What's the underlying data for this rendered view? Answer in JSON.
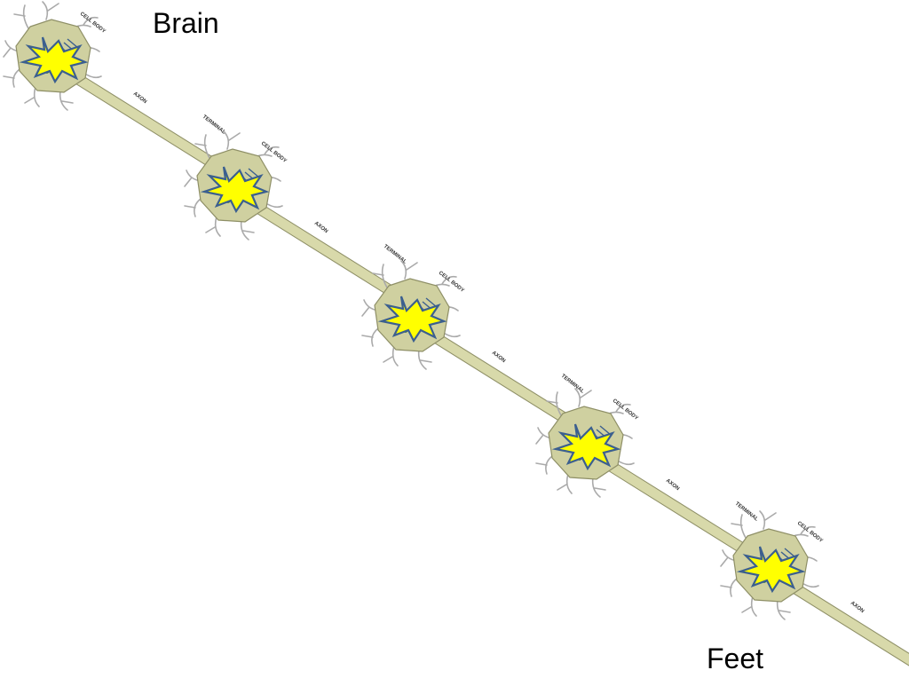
{
  "labels": {
    "top": "Brain",
    "bottom": "Feet"
  },
  "neuron_labels": {
    "cell_body": "CELL BODY",
    "axon": "AXON",
    "terminal": "TERMINAL"
  },
  "colors": {
    "cell_fill": "#cfd0a0",
    "cell_stroke": "#8e8f66",
    "axon_fill": "#d8d9aa",
    "dendrite": "#aaaaaa",
    "nucleus": "#2f6b3a",
    "spark_fill": "#ffff00",
    "spark_stroke": "#3b5f8f",
    "vesicle": "#111111"
  },
  "neuron_count": 5
}
